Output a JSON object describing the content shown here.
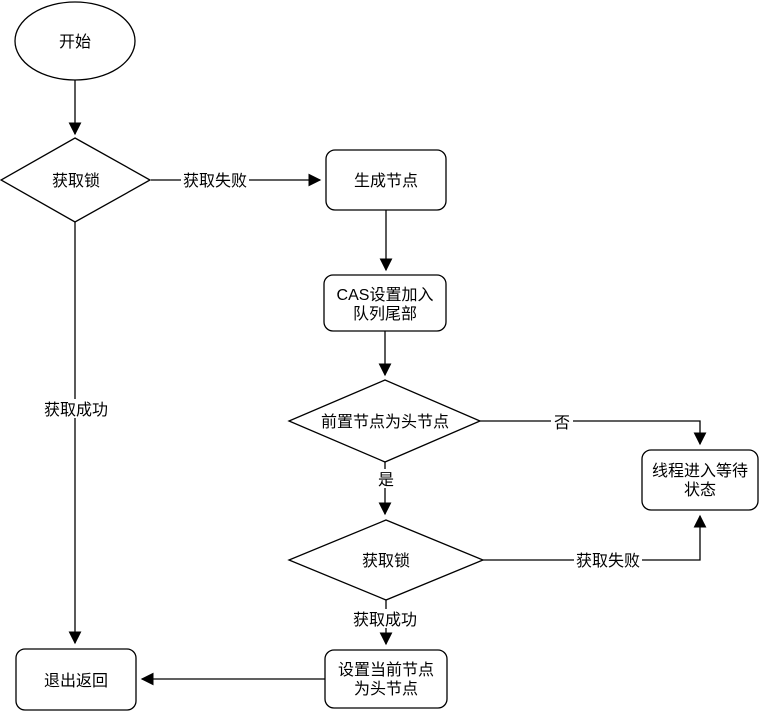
{
  "diagram": {
    "type": "flowchart",
    "colors": {
      "background": "#ffffff",
      "shape_fill": "#ffffff",
      "stroke": "#000000",
      "text": "#000000"
    },
    "nodes": {
      "start": {
        "shape": "ellipse",
        "label": "开始"
      },
      "acquire_lock_1": {
        "shape": "diamond",
        "label": "获取锁"
      },
      "generate_node": {
        "shape": "rounded-rect",
        "label": "生成节点"
      },
      "cas_enqueue": {
        "shape": "rounded-rect",
        "line1": "CAS设置加入",
        "line2": "队列尾部"
      },
      "pred_is_head": {
        "shape": "diamond",
        "label": "前置节点为头节点"
      },
      "thread_wait": {
        "shape": "rounded-rect",
        "line1": "线程进入等待",
        "line2": "状态"
      },
      "acquire_lock_2": {
        "shape": "diamond",
        "label": "获取锁"
      },
      "set_head": {
        "shape": "rounded-rect",
        "line1": "设置当前节点",
        "line2": "为头节点"
      },
      "exit_return": {
        "shape": "rounded-rect",
        "label": "退出返回"
      }
    },
    "edges": {
      "lock1_fail": {
        "from": "acquire_lock_1",
        "to": "generate_node",
        "label": "获取失败"
      },
      "lock1_success": {
        "from": "acquire_lock_1",
        "to": "exit_return",
        "label": "获取成功"
      },
      "pred_no": {
        "from": "pred_is_head",
        "to": "thread_wait",
        "label": "否"
      },
      "pred_yes": {
        "from": "pred_is_head",
        "to": "acquire_lock_2",
        "label": "是"
      },
      "lock2_fail": {
        "from": "acquire_lock_2",
        "to": "thread_wait",
        "label": "获取失败"
      },
      "lock2_success": {
        "from": "acquire_lock_2",
        "to": "set_head",
        "label": "获取成功"
      }
    }
  }
}
